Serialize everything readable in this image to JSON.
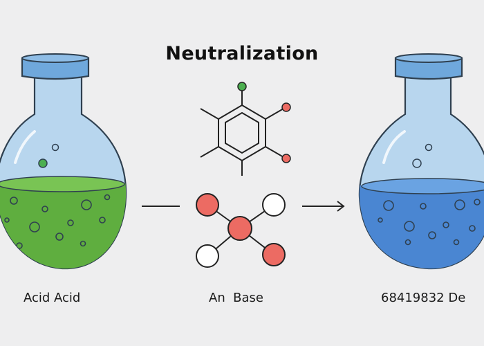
{
  "title": "Neutralization",
  "labels": {
    "left": "Acid Acid",
    "middle": "An  Base",
    "right": "68419832 De"
  },
  "colors": {
    "background": "#eeeeef",
    "acid_liquid": "#5fae3f",
    "base_liquid": "#4a86d2",
    "glass": "#a9cdea",
    "glass_outline": "#2f4050",
    "atom_red": "#ec6b63",
    "atom_green": "#4caf50",
    "atom_white": "#ffffff"
  },
  "icons": {
    "left_flask": "flask-icon",
    "right_flask": "flask-icon",
    "hexagon_molecule": "benzene-ring-icon",
    "ball_stick_molecule": "molecule-icon",
    "arrow": "right-arrow-icon"
  }
}
